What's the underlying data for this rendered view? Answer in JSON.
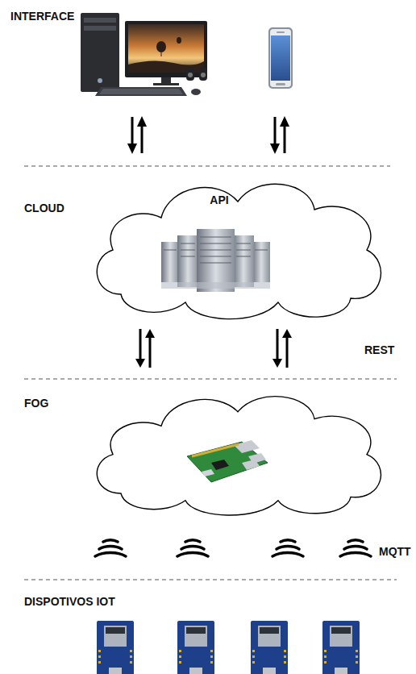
{
  "diagram": {
    "nodes": [
      {
        "text": [
          "CLOUD",
          "API"
        ]
      },
      {
        "text": [
          "FOG"
        ]
      }
    ],
    "edges": [
      {
        "from": 0,
        "to": 1,
        "arrow": "both"
      },
      {
        "from": 0,
        "to": 1,
        "arrow": "both"
      }
    ],
    "labels": [
      "INTERFACE",
      "REST",
      "MQTT",
      "DISPOTIVOS IOT"
    ]
  }
}
